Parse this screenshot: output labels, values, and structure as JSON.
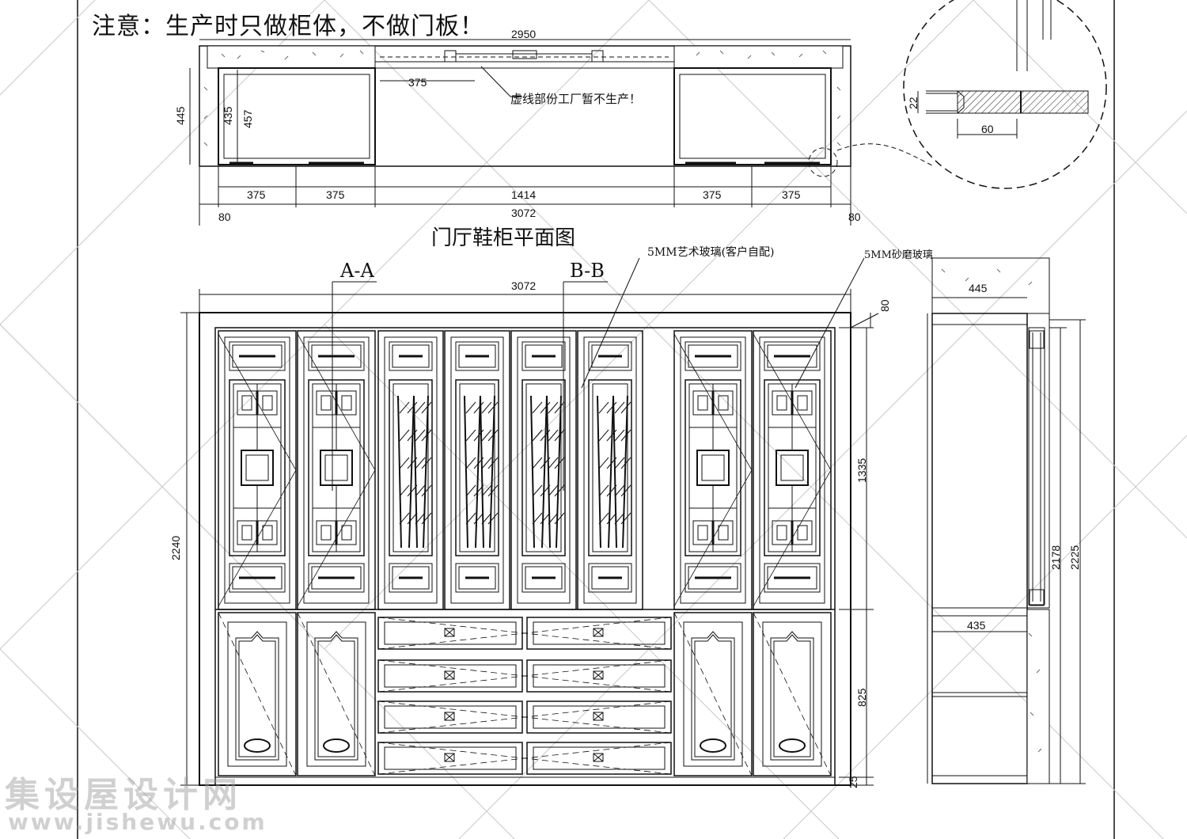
{
  "note": "注意：生产时只做柜体，不做门板！",
  "plan": {
    "title": "门厅鞋柜平面图",
    "dims": {
      "total_top": "2950",
      "inner_375": "375",
      "depth_445": "445",
      "depth_435": "435",
      "depth_457": "457",
      "seg1": "375",
      "seg2": "375",
      "seg_mid": "1414",
      "seg4": "375",
      "seg5": "375",
      "total_bottom": "3072",
      "side_left": "80",
      "side_right": "80"
    },
    "dashed_note": "虚线部份工厂暂不生产！"
  },
  "detail": {
    "dim_22": "22",
    "dim_60": "60"
  },
  "elevation": {
    "width": "3072",
    "offset_top": "80",
    "height_total": "2240",
    "upper_height": "1335",
    "lower_height": "825",
    "base_height": "25",
    "section_a": "A-A",
    "section_b": "B-B",
    "glass_art": "5MM艺术玻璃(客户自配)",
    "glass_frosted": "5MM砂磨玻璃"
  },
  "side": {
    "depth_top": "445",
    "depth_bottom": "435",
    "height_inner": "2178",
    "height_total": "2225"
  },
  "watermark": {
    "logo": "集设屋设计网",
    "url": "www.jishewu.com"
  }
}
